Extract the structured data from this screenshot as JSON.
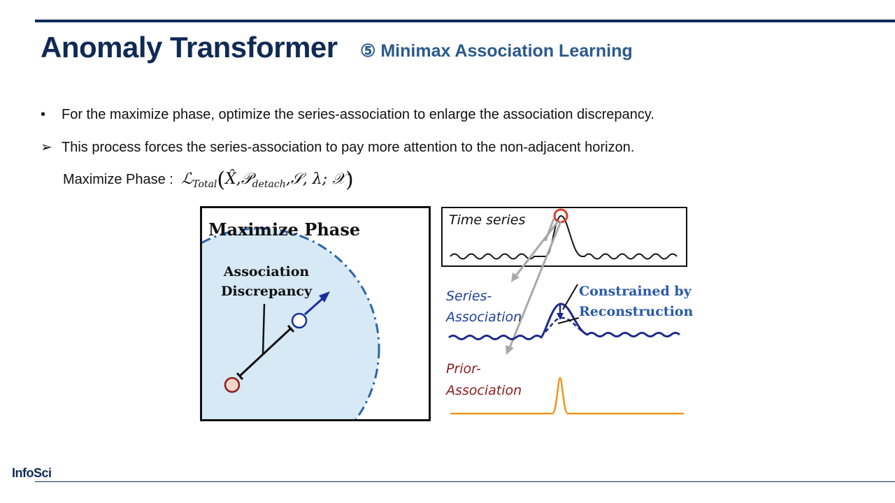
{
  "slide": {
    "title": "Anomaly Transformer",
    "subtitle": "⑤ Minimax Association Learning",
    "bullets": [
      {
        "marker": "•",
        "text": "For the maximize phase, optimize the series-association to enlarge the association discrepancy."
      },
      {
        "marker": "➢",
        "text": "This process forces the series-association to pay more attention to the non-adjacent horizon."
      }
    ],
    "formula": {
      "label": "Maximize Phase :",
      "script_l": "ℒ",
      "sub_total": "Total",
      "open": "(",
      "x_hat": "X̂",
      "comma1": ",",
      "script_p": "𝒫",
      "sub_detach": "detach",
      "rest": ",𝒮, λ; 𝒳",
      "close": ")"
    },
    "logo": "InfoSci"
  },
  "figure": {
    "left_panel": {
      "title": "Maximize Phase",
      "label_line1": "Association",
      "label_line2": "Discrepancy"
    },
    "right_panel": {
      "time_series_label": "Time series",
      "series_label_line1": "Series-",
      "series_label_line2": "Association",
      "constrained_line1": "Constrained by",
      "constrained_line2": "Reconstruction",
      "prior_label_line1": "Prior-",
      "prior_label_line2": "Association"
    },
    "colors": {
      "dark_navy": "#102a54",
      "blue_text": "#2a5a8c",
      "circle_fill": "#d6e9f5",
      "circle_edge": "#2e64a8",
      "series_line": "#1b2a8a",
      "prior_line": "#f0961e",
      "italic_blue": "#1f3f9a",
      "italic_red": "#8a1d1d",
      "arrow_gray": "#a8a8a8",
      "highlight_red": "#e03a2a"
    }
  }
}
